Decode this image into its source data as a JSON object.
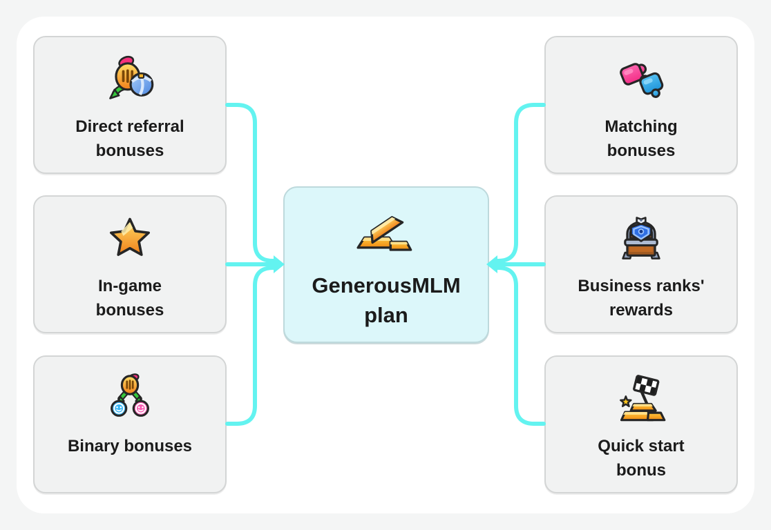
{
  "colors": {
    "page_bg": "#f4f5f5",
    "card_bg": "#ffffff",
    "node_bg": "#f1f2f2",
    "node_border": "#d3d5d5",
    "center_bg": "#dcf7fa",
    "center_border": "#bdd9dc",
    "text": "#1b1b1b",
    "connector": "#63f3f0"
  },
  "center": {
    "icon": "gold-bars-icon",
    "title": "Generous MLM plan",
    "title_lines": [
      "Generous",
      "MLM plan"
    ]
  },
  "left_nodes": [
    {
      "icon": "referral-helmets-icon",
      "label": "Direct referral bonuses",
      "lines": [
        "Direct referral",
        "bonuses"
      ]
    },
    {
      "icon": "star-icon",
      "label": "In-game bonuses",
      "lines": [
        "In-game",
        "bonuses"
      ]
    },
    {
      "icon": "binary-team-icon",
      "label": "Binary bonuses",
      "lines": [
        "Binary bonuses"
      ]
    }
  ],
  "right_nodes": [
    {
      "icon": "puzzle-pieces-icon",
      "label": "Matching bonuses",
      "lines": [
        "Matching",
        "bonuses"
      ]
    },
    {
      "icon": "treasure-chest-icon",
      "label": "Business ranks' rewards",
      "lines": [
        "Business ranks'",
        "rewards"
      ]
    },
    {
      "icon": "finish-flag-gold-icon",
      "label": "Quick start bonus",
      "lines": [
        "Quick start",
        "bonus"
      ]
    }
  ]
}
